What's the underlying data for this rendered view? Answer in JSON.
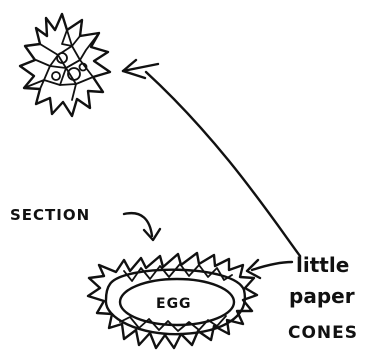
{
  "labels": {
    "section": "SECTION",
    "egg": "EGG",
    "annotation_line1": "little",
    "annotation_line2": "paper",
    "annotation_line3": "CONES"
  },
  "colors": {
    "ink": "#111111",
    "paper": "#ffffff"
  }
}
